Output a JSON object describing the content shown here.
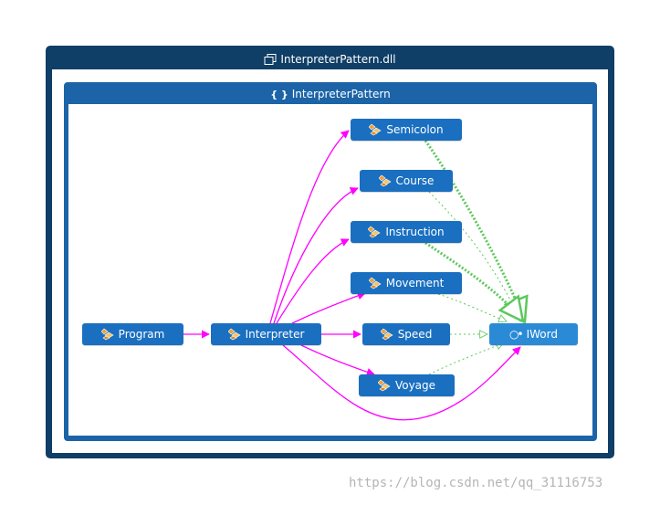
{
  "assembly": {
    "title": "InterpreterPattern.dll",
    "icon": "assembly-icon"
  },
  "namespace": {
    "title": "InterpreterPattern",
    "icon": "namespace-icon"
  },
  "nodes": [
    {
      "id": "Program",
      "label": "Program",
      "kind": "class"
    },
    {
      "id": "Interpreter",
      "label": "Interpreter",
      "kind": "class"
    },
    {
      "id": "Semicolon",
      "label": "Semicolon",
      "kind": "class"
    },
    {
      "id": "Course",
      "label": "Course",
      "kind": "class"
    },
    {
      "id": "Instruction",
      "label": "Instruction",
      "kind": "class"
    },
    {
      "id": "Movement",
      "label": "Movement",
      "kind": "class"
    },
    {
      "id": "Speed",
      "label": "Speed",
      "kind": "class"
    },
    {
      "id": "Voyage",
      "label": "Voyage",
      "kind": "class"
    },
    {
      "id": "IWord",
      "label": "IWord",
      "kind": "interface"
    }
  ],
  "edges": [
    {
      "from": "Program",
      "to": "Interpreter",
      "type": "uses"
    },
    {
      "from": "Interpreter",
      "to": "Semicolon",
      "type": "uses"
    },
    {
      "from": "Interpreter",
      "to": "Course",
      "type": "uses"
    },
    {
      "from": "Interpreter",
      "to": "Instruction",
      "type": "uses"
    },
    {
      "from": "Interpreter",
      "to": "Movement",
      "type": "uses"
    },
    {
      "from": "Interpreter",
      "to": "Speed",
      "type": "uses"
    },
    {
      "from": "Interpreter",
      "to": "Voyage",
      "type": "uses"
    },
    {
      "from": "Interpreter",
      "to": "IWord",
      "type": "uses"
    },
    {
      "from": "Semicolon",
      "to": "IWord",
      "type": "implements"
    },
    {
      "from": "Course",
      "to": "IWord",
      "type": "implements"
    },
    {
      "from": "Instruction",
      "to": "IWord",
      "type": "implements"
    },
    {
      "from": "Movement",
      "to": "IWord",
      "type": "implements"
    },
    {
      "from": "Speed",
      "to": "IWord",
      "type": "implements"
    },
    {
      "from": "Voyage",
      "to": "IWord",
      "type": "implements"
    }
  ],
  "colors": {
    "uses": "#ff00ff",
    "implements": "#5cc85c",
    "node": "#1a6fc0",
    "interface_node": "#2a8ad6",
    "frame": "#0f3e66",
    "namespace_frame": "#1c64a7"
  },
  "watermark": "https://blog.csdn.net/qq_31116753"
}
